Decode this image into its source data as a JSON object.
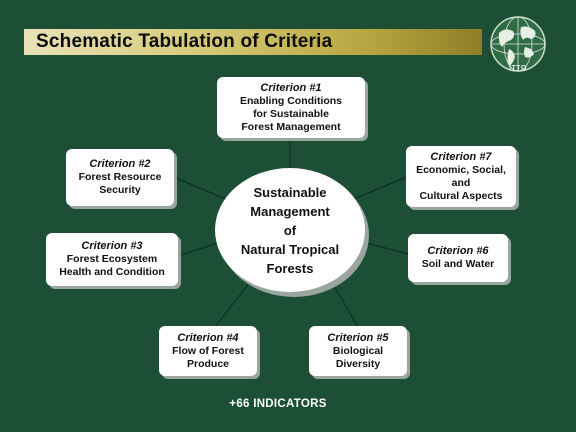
{
  "title": "Schematic Tabulation of Criteria",
  "logo": {
    "text": "ITTO",
    "icon": "globe-icon"
  },
  "center": {
    "text": "Sustainable\nManagement\nof\nNatural Tropical\nForests"
  },
  "criteria": [
    {
      "title": "Criterion #1",
      "desc": "Enabling Conditions\nfor Sustainable\nForest Management"
    },
    {
      "title": "Criterion #2",
      "desc": "Forest Resource\nSecurity"
    },
    {
      "title": "Criterion #3",
      "desc": "Forest Ecosystem\nHealth and Condition"
    },
    {
      "title": "Criterion #4",
      "desc": "Flow of Forest\nProduce"
    },
    {
      "title": "Criterion #5",
      "desc": "Biological\nDiversity"
    },
    {
      "title": "Criterion #6",
      "desc": "Soil and Water"
    },
    {
      "title": "Criterion #7",
      "desc": "Economic, Social,\nand\nCultural Aspects"
    }
  ],
  "footer": "+66 INDICATORS",
  "colors": {
    "background": "#1c4f35",
    "title_bar_light": "#e8e2b8",
    "title_bar_dark": "#8f7e26",
    "box": "#ffffff"
  }
}
